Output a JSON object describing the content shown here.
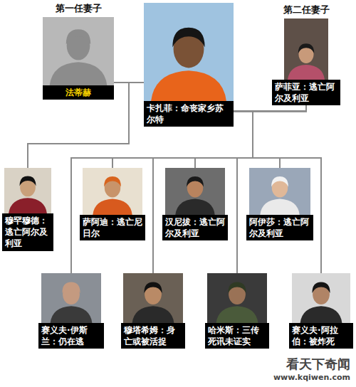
{
  "diagram": {
    "nodes": [
      {
        "text": [
          "第一任妻子",
          "法蒂赫"
        ]
      },
      {
        "text": [
          "卡扎菲：命丧家乡苏尔特"
        ]
      },
      {
        "text": [
          "第二任妻子",
          "萨菲亚：逃亡阿尔及利亚"
        ]
      },
      {
        "text": [
          "穆罕穆德：逃亡阿尔及利亚"
        ]
      },
      {
        "text": [
          "萨阿迪：逃亡尼日尔"
        ]
      },
      {
        "text": [
          "汉尼拔：逃亡阿尔及利亚"
        ]
      },
      {
        "text": [
          "阿伊莎：逃亡阿尔及利亚"
        ]
      },
      {
        "text": [
          "赛义夫·伊斯兰：仍在逃"
        ]
      },
      {
        "text": [
          "穆塔希姆：身亡或被活捉"
        ]
      },
      {
        "text": [
          "哈米斯：三传死讯未证实"
        ]
      },
      {
        "text": [
          "赛义夫·阿拉伯：被炸死"
        ]
      }
    ],
    "edges": [
      {
        "from": 0,
        "to": 3,
        "arrow": "none"
      },
      {
        "from": 1,
        "to": 3,
        "arrow": "none"
      },
      {
        "from": 1,
        "to": 4,
        "arrow": "none"
      },
      {
        "from": 2,
        "to": 4,
        "arrow": "none"
      },
      {
        "from": 1,
        "to": 5,
        "arrow": "none"
      },
      {
        "from": 2,
        "to": 5,
        "arrow": "none"
      },
      {
        "from": 1,
        "to": 6,
        "arrow": "none"
      },
      {
        "from": 2,
        "to": 6,
        "arrow": "none"
      },
      {
        "from": 1,
        "to": 7,
        "arrow": "none"
      },
      {
        "from": 2,
        "to": 7,
        "arrow": "none"
      },
      {
        "from": 1,
        "to": 8,
        "arrow": "none"
      },
      {
        "from": 2,
        "to": 8,
        "arrow": "none"
      },
      {
        "from": 1,
        "to": 9,
        "arrow": "none"
      },
      {
        "from": 2,
        "to": 9,
        "arrow": "none"
      },
      {
        "from": 1,
        "to": 10,
        "arrow": "none"
      },
      {
        "from": 2,
        "to": 10,
        "arrow": "none"
      }
    ],
    "labels": [
      "看天下奇闻",
      "www.kqiwen.com"
    ]
  }
}
